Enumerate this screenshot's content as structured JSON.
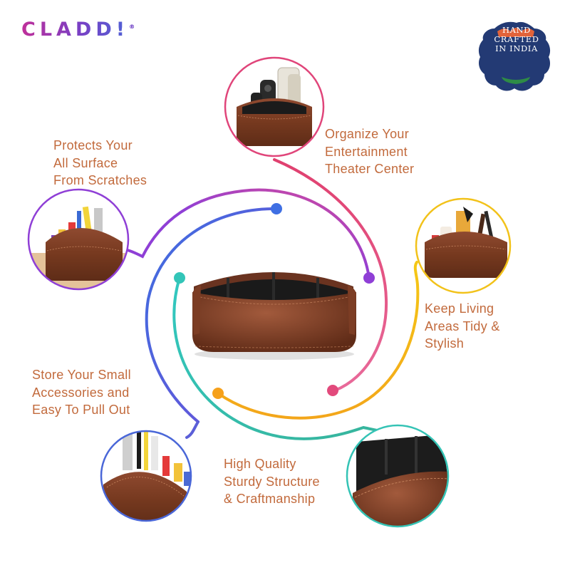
{
  "brand": {
    "name": "CLADD!",
    "registered_mark": "®"
  },
  "badge": {
    "lines": [
      "HAND",
      "CRAFTED",
      "IN INDIA"
    ],
    "color": "#233a74",
    "accent_colors": [
      "#e2633a",
      "#2e8b46"
    ]
  },
  "features": [
    {
      "id": "organize",
      "lines": [
        "Organize Your",
        "Entertainment",
        "Theater Center"
      ]
    },
    {
      "id": "protects",
      "lines": [
        "Protects Your",
        "All Surface",
        "From Scratches"
      ]
    },
    {
      "id": "tidy",
      "lines": [
        "Keep Living",
        "Areas Tidy &",
        "Stylish"
      ]
    },
    {
      "id": "store",
      "lines": [
        "Store Your Small",
        "Accessories and",
        "Easy To Pull Out"
      ]
    },
    {
      "id": "quality",
      "lines": [
        "High Quality",
        "Sturdy Structure",
        "& Craftmanship"
      ]
    }
  ],
  "colors": {
    "text": "#c26a3c",
    "leather": "#7a3c28",
    "ring_pink": "#e5497f",
    "ring_violet": "#8f3fd6",
    "ring_yellow": "#f2c21a",
    "ring_blue": "#4a67d8",
    "ring_teal": "#34c3b5",
    "ring_orange": "#f79a1c"
  }
}
